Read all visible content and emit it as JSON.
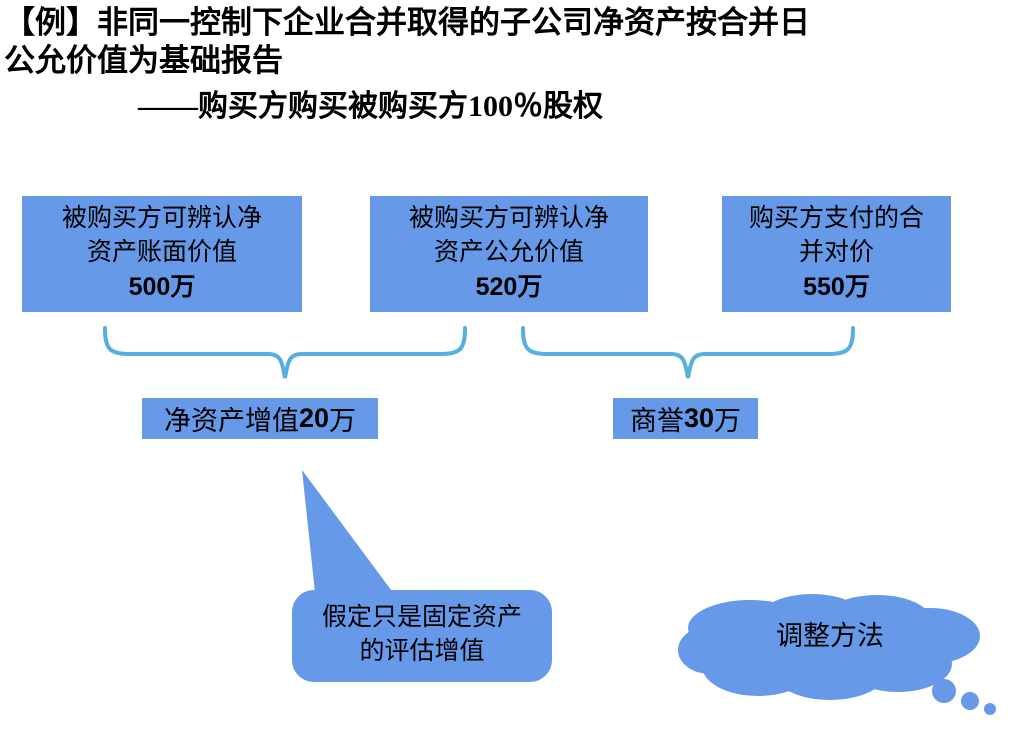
{
  "slide": {
    "background_color": "#FFFFFF",
    "accent_color": "#6699E8",
    "brace_color": "#56B0DF",
    "text_color": "#000000"
  },
  "title": {
    "line1": "【例】非同一控制下企业合并取得的子公司净资产按合并日",
    "line2": "公允价值为基础报告",
    "line3": "——购买方购买被购买方100％股权"
  },
  "top_boxes": [
    {
      "line1": "被购买方可辨认净",
      "line2": "资产账面价值",
      "amount": "500",
      "unit": "万"
    },
    {
      "line1": "被购买方可辨认净",
      "line2": "资产公允价值",
      "amount": "520",
      "unit": "万"
    },
    {
      "line1": "购买方支付的合",
      "line2": "并对价",
      "amount": "550",
      "unit": "万"
    }
  ],
  "mid_boxes": [
    {
      "prefix": "净资产增值",
      "number": "20",
      "unit": "万"
    },
    {
      "prefix": "商誉",
      "number": "30",
      "unit": "万"
    }
  ],
  "callout": {
    "line1": "假定只是固定资产",
    "line2": "的评估增值"
  },
  "cloud": {
    "label": "调整方法"
  }
}
